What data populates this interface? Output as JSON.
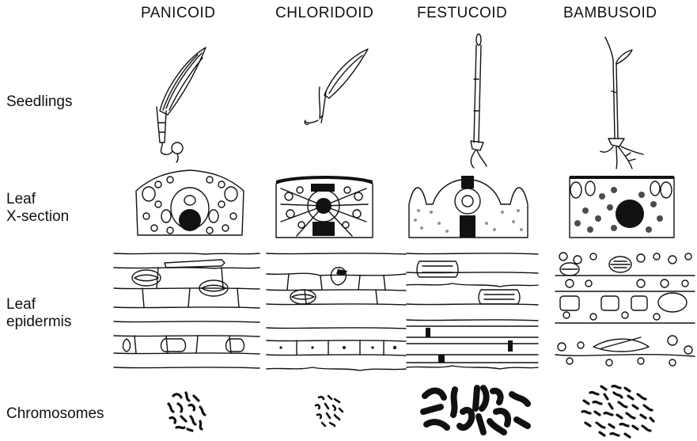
{
  "columns": [
    {
      "key": "panicoid",
      "label": "PANICOID"
    },
    {
      "key": "chloridoid",
      "label": "CHLORIDOID"
    },
    {
      "key": "festucoid",
      "label": "FESTUCOID"
    },
    {
      "key": "bambusoid",
      "label": "BAMBUSOID"
    }
  ],
  "rows": [
    {
      "key": "seedlings",
      "label": "Seedlings"
    },
    {
      "key": "xsection",
      "label": "Leaf\nX-section"
    },
    {
      "key": "epidermis",
      "label": "Leaf\nepidermis"
    },
    {
      "key": "chromosomes",
      "label": "Chromosomes"
    }
  ],
  "colors": {
    "ink": "#111111",
    "background": "#ffffff"
  }
}
